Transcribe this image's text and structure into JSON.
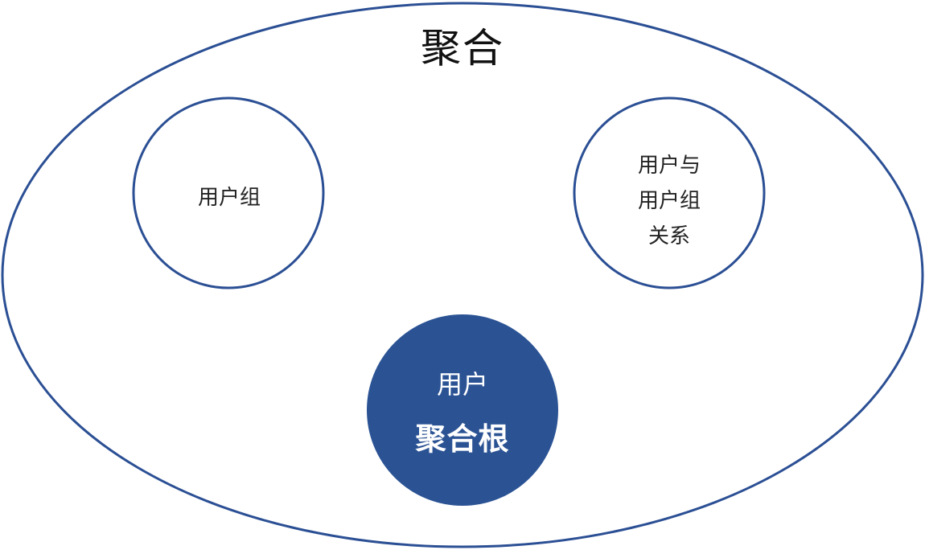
{
  "aggregate": {
    "title": "聚合"
  },
  "entities": {
    "user_group": {
      "label": "用户组"
    },
    "user_group_relation": {
      "lines": [
        "用户与",
        "用户组",
        "关系"
      ]
    }
  },
  "root": {
    "line1": "用户",
    "line2": "聚合根"
  },
  "colors": {
    "outline": "#2b4f94",
    "root_fill": "#2b5394",
    "root_text": "#ffffff",
    "background": "#ffffff"
  }
}
